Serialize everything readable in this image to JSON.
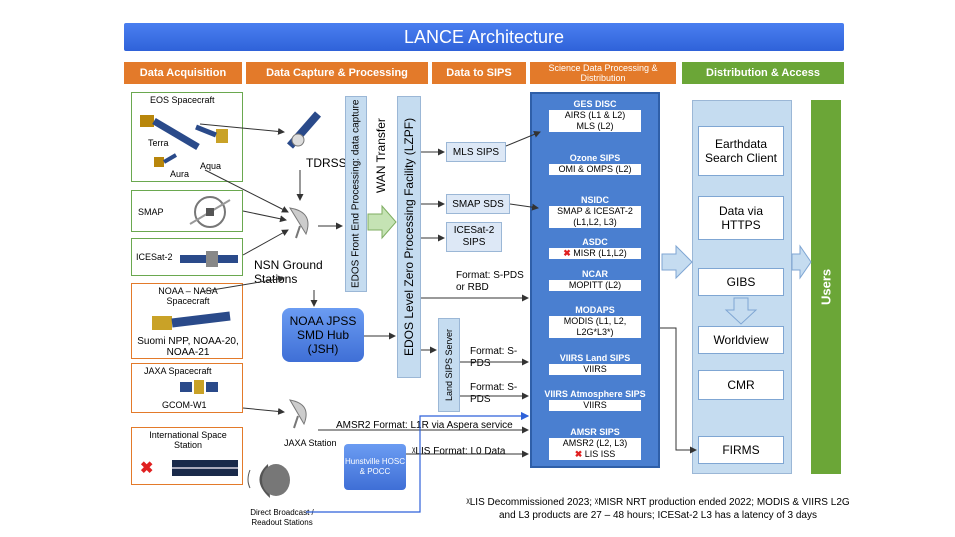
{
  "title": "LANCE Architecture",
  "headers": {
    "acquisition": "Data Acquisition",
    "capture": "Data Capture & Processing",
    "to_sips": "Data to SIPS",
    "science": "Science Data Processing & Distribution",
    "distribution": "Distribution & Access"
  },
  "sources": {
    "eos": {
      "title": "EOS Spacecraft",
      "terra": "Terra",
      "aqua": "Aqua",
      "aura": "Aura"
    },
    "smap": "SMAP",
    "icesat": "ICESat-2",
    "noaa": {
      "title": "NOAA – NASA Spacecraft",
      "sub": "Suomi NPP, NOAA-20, NOAA-21"
    },
    "jaxa": {
      "title": "JAXA Spacecraft",
      "sub": "GCOM-W1"
    },
    "iss": {
      "title": "International Space Station"
    }
  },
  "capture": {
    "tdrss": "TDRSS",
    "nsn": "NSN Ground Stations",
    "jsh": "NOAA JPSS SMD Hub (JSH)",
    "jaxa_station": "JAXA Station",
    "direct": "Direct Broadcast / Readout Stations",
    "huntsville": "Hunstville HOSC & POCC",
    "edos_front": "EDOS Front End Processing: data capture",
    "wan": "WAN Transfer",
    "lzpf": "EDOS Level Zero Processing Facility (LZPF)",
    "land_sips_server": "Land SIPS Server"
  },
  "to_sips": {
    "mls_sips": "MLS SIPS",
    "smap_sds": "SMAP SDS",
    "icesat_sips": "ICESat-2 SIPS",
    "format_spds_rbd": "Format: S-PDS or RBD",
    "format_spds_1": "Format: S-PDS",
    "format_spds_2": "Format: S-PDS",
    "amsr2_format": "AMSR2 Format: L1R via Aspera service",
    "lis_format": "ᵡLIS Format: L0 Data"
  },
  "science": [
    {
      "name": "GES DISC",
      "items": [
        "AIRS  (L1 & L2)",
        "MLS  (L2)"
      ]
    },
    {
      "name": "Ozone SIPS",
      "items": [
        "OMI  & OMPS (L2)"
      ]
    },
    {
      "name": "NSIDC",
      "items": [
        "SMAP & ICESAT-2 (L1,L2, L3)"
      ]
    },
    {
      "name": "ASDC",
      "items": [
        "MISR (L1,L2)"
      ]
    },
    {
      "name": "NCAR",
      "items": [
        "MOPITT  (L2)"
      ]
    },
    {
      "name": "MODAPS",
      "items": [
        "MODIS (L1, L2, L2G*L3*)"
      ]
    },
    {
      "name": "VIIRS Land SIPS",
      "items": [
        "VIIRS"
      ]
    },
    {
      "name": "VIIRS Atmosphere SIPS",
      "items": [
        "VIIRS"
      ]
    },
    {
      "name": "AMSR SIPS",
      "items": [
        "AMSR2 (L2, L3)",
        "LIS ISS"
      ]
    }
  ],
  "distribution": {
    "earthdata": "Earthdata Search Client",
    "https": "Data via HTTPS",
    "gibs": "GIBS",
    "worldview": "Worldview",
    "cmr": "CMR",
    "firms": "FIRMS",
    "users": "Users"
  },
  "footnote": {
    "line1": "ᵡLIS Decommissioned 2023; ᵡMISR NRT production ended 2022; MODIS & VIIRS L2G",
    "line2": "and L3 products are 27 – 48 hours; ICESat-2 L3 has a latency of 3 days"
  },
  "colors": {
    "title_blue": "#2f62d9",
    "orange": "#e37a2a",
    "green": "#6ba637",
    "science_blue": "#4a7fd0",
    "light_blue": "#c5dcf0",
    "red_x": "#e02020"
  }
}
